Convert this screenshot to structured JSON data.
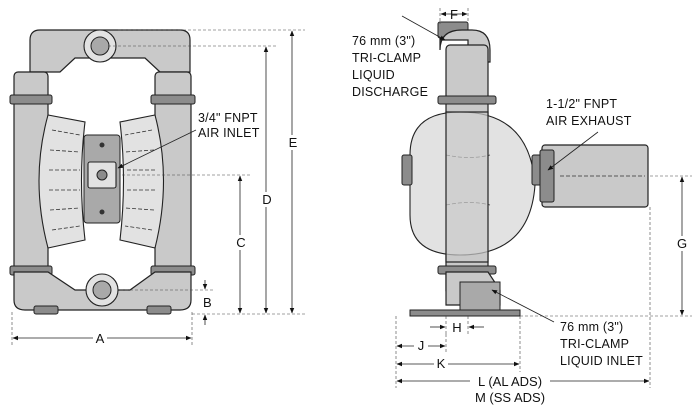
{
  "front_view": {
    "callouts": {
      "air_inlet_line1": "3/4\" FNPT",
      "air_inlet_line2": "AIR INLET"
    },
    "dimensions": {
      "A": "A",
      "B": "B",
      "C": "C",
      "D": "D",
      "E": "E"
    }
  },
  "side_view": {
    "callouts": {
      "discharge_line1": "76 mm (3\")",
      "discharge_line2": "TRI-CLAMP",
      "discharge_line3": "LIQUID",
      "discharge_line4": "DISCHARGE",
      "exhaust_line1": "1-1/2\" FNPT",
      "exhaust_line2": "AIR EXHAUST",
      "inlet_line1": "76 mm (3\")",
      "inlet_line2": "TRI-CLAMP",
      "inlet_line3": "LIQUID INLET"
    },
    "dimensions": {
      "F": "F",
      "G": "G",
      "H": "H",
      "J": "J",
      "K": "K",
      "L": "L (AL ADS)",
      "M": "M (SS ADS)"
    }
  }
}
